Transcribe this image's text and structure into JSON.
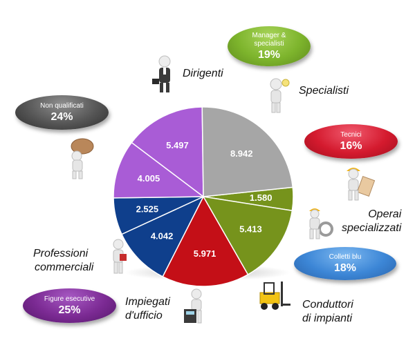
{
  "chart_data": {
    "type": "pie",
    "slices": [
      {
        "label": "Dirigenti",
        "value": 1580,
        "display": "1.580",
        "color": "#76931C"
      },
      {
        "label": "Specialisti",
        "value": 5413,
        "display": "5.413",
        "color": "#76931C"
      },
      {
        "label": "Tecnici",
        "value": 5971,
        "display": "5.971",
        "color": "#C40F17"
      },
      {
        "label": "Operai specializzati",
        "value": 4042,
        "display": "4.042",
        "color": "#0F3F8C"
      },
      {
        "label": "Conduttori di impianti",
        "value": 2525,
        "display": "2.525",
        "color": "#0F3F8C"
      },
      {
        "label": "Impiegati d'ufficio",
        "value": 4005,
        "display": "4.005",
        "color": "#A95CD6"
      },
      {
        "label": "Professioni commerciali",
        "value": 5497,
        "display": "5.497",
        "color": "#A95CD6"
      },
      {
        "label": "Non qualificati",
        "value": 8942,
        "display": "8.942",
        "color": "#A6A6A6"
      }
    ],
    "start_angle_deg": 84
  },
  "labels": {
    "dirigenti": "Dirigenti",
    "specialisti": "Specialisti",
    "operai_line1": "Operai",
    "operai_line2": "specializzati",
    "professioni_line1": "Professioni",
    "professioni_line2": "commerciali",
    "impiegati_line1": "Impiegati",
    "impiegati_line2": "d'ufficio",
    "conduttori_line1": "Conduttori",
    "conduttori_line2": "di impianti"
  },
  "groups": {
    "manager": {
      "name_line1": "Manager &",
      "name_line2": "specialisti",
      "percent": "19%",
      "color": "#7DB42C"
    },
    "tecnici": {
      "name": "Tecnici",
      "percent": "16%",
      "color": "#D41A2E"
    },
    "colletti": {
      "name": "Colletti blu",
      "percent": "18%",
      "color": "#3C86D6"
    },
    "esecutive": {
      "name": "Figure esecutive",
      "percent": "25%",
      "color": "#7B2A93"
    },
    "nonqual": {
      "name": "Non qualificati",
      "percent": "24%",
      "color": "#555555"
    }
  }
}
